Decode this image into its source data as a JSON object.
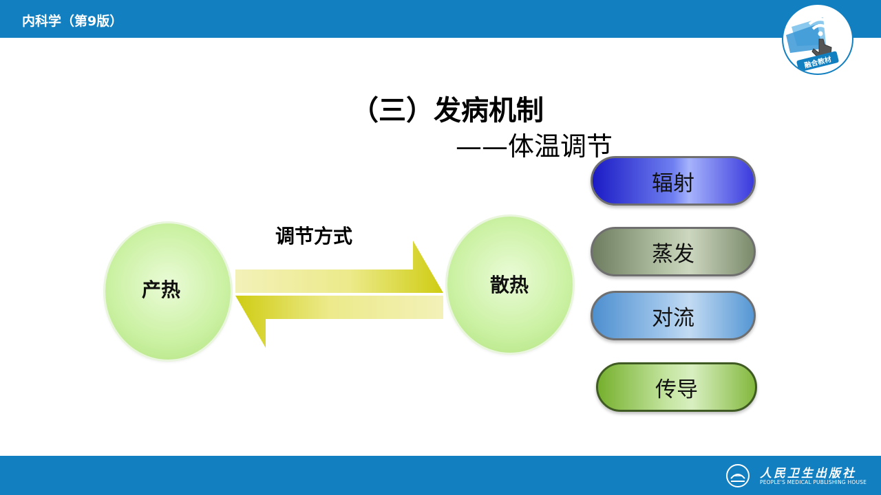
{
  "header": {
    "title": "内科学（第9版）"
  },
  "badge": {
    "label": "融合教材"
  },
  "slide": {
    "title": "（三）发病机制",
    "subtitle": "——体温调节"
  },
  "diagram": {
    "heat_production": "产热",
    "heat_dissipation": "散热",
    "regulation_label": "调节方式",
    "dissipation_methods": [
      "辐射",
      "蒸发",
      "对流",
      "传导"
    ]
  },
  "footer": {
    "publisher_cn": "人民卫生出版社",
    "publisher_en": "PEOPLE'S MEDICAL PUBLISHING HOUSE"
  },
  "colors": {
    "brand_blue": "#127fc0",
    "circle_green": "#cdf2a6",
    "arrow_yellow": "#d4d21c",
    "radiation": "#1b1bc5",
    "evaporation": "#9aa98b",
    "convection": "#6ea6dc",
    "conduction": "#8cc34a"
  }
}
